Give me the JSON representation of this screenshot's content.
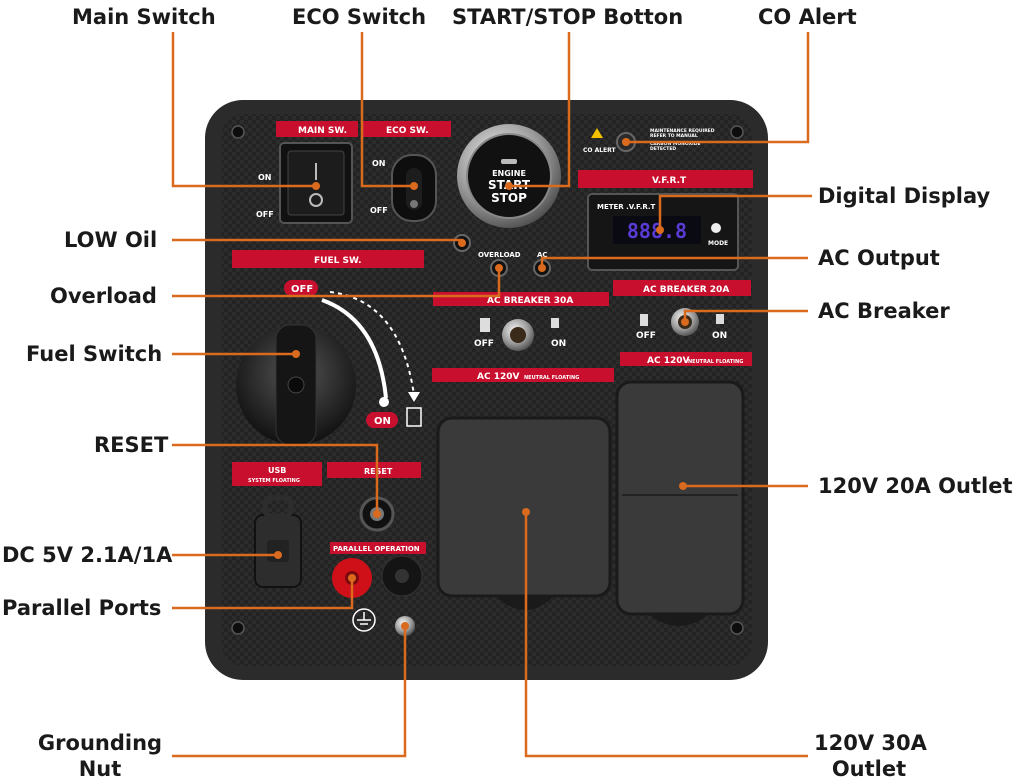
{
  "callouts": {
    "main_switch": "Main Switch",
    "eco_switch": "ECO Switch",
    "start_stop": "START/STOP Botton",
    "co_alert": "CO Alert",
    "digital_display": "Digital Display",
    "low_oil": "LOW Oil",
    "ac_output": "AC Output",
    "overload": "Overload",
    "ac_breaker": "AC Breaker",
    "fuel_switch": "Fuel Switch",
    "reset": "RESET",
    "outlet_20a": "120V 20A Outlet",
    "dc_usb": "DC 5V 2.1A/1A",
    "parallel_ports": "Parallel Ports",
    "grounding_nut_line1": "Grounding",
    "grounding_nut_line2": "Nut",
    "outlet_30a_line1": "120V 30A",
    "outlet_30a_line2": "Outlet"
  },
  "panel": {
    "main_sw_label": "MAIN SW.",
    "eco_sw_label": "ECO SW.",
    "on": "ON",
    "off": "OFF",
    "start_line1": "ENGINE",
    "start_line2": "START",
    "start_line3": "STOP",
    "co_alert_label": "CO ALERT",
    "co_note1": "MAINTENANCE REQUIRED",
    "co_note2": "REFER TO MANUAL",
    "co_note3": "CARBON MONOXIDE",
    "co_note4": "DETECTED",
    "vfrt_label": "V.F.R.T",
    "meter_label": "METER .V.F.R.T",
    "display_value": "888.8",
    "mode_label": "MODE",
    "fuel_sw_label": "FUEL SW.",
    "fuel_off": "OFF",
    "fuel_on": "ON",
    "overload_label": "OVERLOAD",
    "ac_label": "AC",
    "breaker_30_label": "AC BREAKER 30A",
    "breaker_20_label": "AC BREAKER 20A",
    "ac120_label": "AC 120V",
    "neutral_floating": "NEUTRAL FLOATING",
    "usb_label": "USB",
    "system_floating": "SYSTEM FLOATING",
    "reset_label": "RESET",
    "parallel_label": "PARALLEL OPERATION"
  },
  "colors": {
    "leader": "#d96a1e",
    "panel_red": "#c8102e",
    "panel_body": "#1e1e1e",
    "display_digits": "#5b3bd6"
  }
}
